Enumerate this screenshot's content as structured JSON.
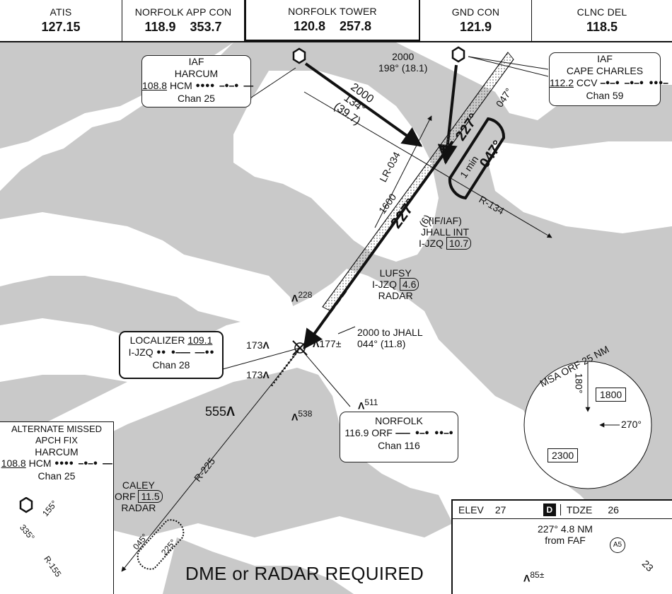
{
  "frequencies": [
    {
      "label": "ATIS",
      "value": "127.15"
    },
    {
      "label": "NORFOLK APP CON",
      "value": "118.9    353.7"
    },
    {
      "label": "NORFOLK TOWER",
      "value": "120.8    257.8"
    },
    {
      "label": "GND CON",
      "value": "121.9"
    },
    {
      "label": "CLNC DEL",
      "value": "118.5"
    }
  ],
  "fixes": {
    "harcum": {
      "line1": "IAF",
      "line2": "HARCUM",
      "freq": "108.8",
      "ident": "HCM",
      "morse": "•••• −•−• −−",
      "chan": "Chan 25"
    },
    "cape_charles": {
      "line1": "IAF",
      "line2": "CAPE CHARLES",
      "freq": "112.2",
      "ident": "CCV",
      "morse": "−•−• −•−• •••−",
      "chan": "Chan 59"
    },
    "localizer": {
      "line1": "LOCALIZER",
      "freq": "109.1",
      "ident": "I-JZQ",
      "morse": "•• •−−− −−••",
      "chan": "Chan 28"
    },
    "norfolk": {
      "line1": "NORFOLK",
      "freq": "116.9",
      "ident": "ORF",
      "morse": "−−− •−• ••−•",
      "chan": "Chan 116"
    },
    "jhall": {
      "line1": "(IF/IAF)",
      "line2": "JHALL INT",
      "ident": "I-JZQ",
      "dme": "10.7"
    },
    "lufsy": {
      "line1": "LUFSY",
      "ident": "I-JZQ",
      "dme": "4.6",
      "line3": "RADAR"
    },
    "caley": {
      "line1": "CALEY",
      "ident": "ORF",
      "dme": "11.5",
      "line3": "RADAR"
    }
  },
  "route_labels": {
    "harcum_alt": "2000",
    "harcum_course": "134°",
    "harcum_dist": "(39.7)",
    "cape_alt": "2000",
    "cape_course": "198° (18.1)",
    "lr": "LR-034",
    "r134": "R-134",
    "r225": "R-225",
    "final_alt": "1600",
    "final_course": "227°",
    "final_dist": "(6)",
    "hold_in": "227°",
    "hold_out": "047°",
    "hold_out2": "047°",
    "hold_time": "1 min",
    "missed": "2000 to JHALL",
    "missed2": "044° (11.8)",
    "caley_hold_in": "045°",
    "caley_hold_out": "225°"
  },
  "obstacles": [
    {
      "value": "228"
    },
    {
      "value": "173"
    },
    {
      "value": "177±"
    },
    {
      "value": "173"
    },
    {
      "value": "555"
    },
    {
      "value": "538"
    },
    {
      "value": "511"
    },
    {
      "value": "85±"
    }
  ],
  "alternate_missed": {
    "title1": "ALTERNATE MISSED",
    "title2": "APCH FIX",
    "name": "HARCUM",
    "freq": "108.8",
    "ident": "HCM",
    "morse": "•••• −•−• −−",
    "chan": "Chan 25",
    "hold_in": "155°",
    "hold_out": "335°",
    "radial": "R-155"
  },
  "msa": {
    "title": "MSA ORF 25 NM",
    "bearing_a": "180°",
    "bearing_b": "270°",
    "alt_east": "1800",
    "alt_west": "2300"
  },
  "airport": {
    "elev_label": "ELEV",
    "elev": "27",
    "d": "D",
    "tdze_label": "TDZE",
    "tdze": "26",
    "note1": "227° 4.8 NM",
    "note2": "from FAF",
    "runway": "23",
    "marker": "A5",
    "obst": "85±"
  },
  "requirement": "DME or RADAR REQUIRED",
  "colors": {
    "water": "#ffffff",
    "land": "#c9c9c9",
    "ink": "#111111"
  }
}
